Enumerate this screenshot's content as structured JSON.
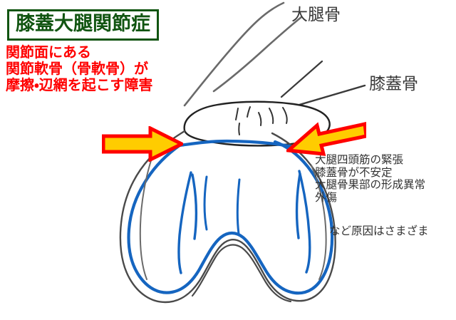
{
  "title": {
    "text": "膝蓋大腿関節症",
    "box_border_color": "#115511",
    "text_color": "#115511"
  },
  "description": {
    "color": "#ff0000",
    "lines": [
      "関節面にある",
      "関節軟骨（骨軟骨）が",
      "摩擦・辺網を起こす障害"
    ]
  },
  "anatomy_labels": [
    {
      "id": "femur",
      "text": "大腿骨"
    },
    {
      "id": "patella",
      "text": "膝蓋骨"
    }
  ],
  "causes": {
    "lines": [
      "大腿四頭筋の緊張",
      "膝蓋骨が不安定",
      "大腿骨果部の形成異常",
      "外傷"
    ],
    "summary": "など原因はさまざま"
  },
  "arrows": [
    {
      "id": "arrow-left",
      "direction": "right",
      "fill": "#ffcc00",
      "stroke": "#ff0000"
    },
    {
      "id": "arrow-right",
      "direction": "left",
      "fill": "#ffcc00",
      "stroke": "#ff0000"
    }
  ],
  "drawing": {
    "bone_outline_color": "#4a4a4a",
    "cartilage_color": "#1565c0",
    "patella_outline_color": "#222222",
    "leader_line_color": "#333333"
  }
}
